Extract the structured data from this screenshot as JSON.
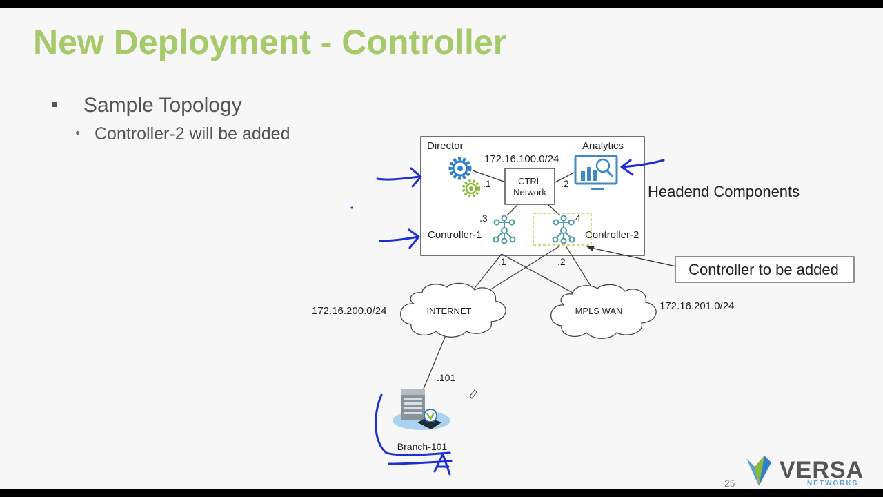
{
  "slide": {
    "title": "New Deployment - Controller",
    "bullets": [
      {
        "text": "Sample Topology",
        "children": [
          {
            "text": "Controller-2 will be added"
          }
        ]
      }
    ],
    "page_number": "25"
  },
  "diagram": {
    "headend": {
      "director_label": "Director",
      "analytics_label": "Analytics",
      "ctrl_network_subnet": "172.16.100.0/24",
      "ctrl_network_label_line1": "CTRL",
      "ctrl_network_label_line2": "Network",
      "director_ip": ".1",
      "analytics_ip": ".2",
      "controller1_ip": ".3",
      "controller2_ip": ".4",
      "controller1_label": "Controller-1",
      "controller2_label": "Controller-2"
    },
    "headend_components_label": "Headend Components",
    "callout_label": "Controller to be added",
    "wan": {
      "internet_label": "INTERNET",
      "internet_subnet": "172.16.200.0/24",
      "mpls_label": "MPLS WAN",
      "mpls_subnet": "172.16.201.0/24",
      "uplink_ip_1": ".1",
      "uplink_ip_2": ".2"
    },
    "branch": {
      "label": "Branch-101",
      "ip": ".101"
    }
  },
  "logo": {
    "word": "VERSA",
    "sub": "NETWORKS"
  },
  "colors": {
    "title": "#a6ca6a",
    "annotation": "#1d2ed6",
    "icon_teal": "#4d9aa3",
    "director_blue": "#2f7fc6",
    "director_green": "#8cb83a"
  }
}
